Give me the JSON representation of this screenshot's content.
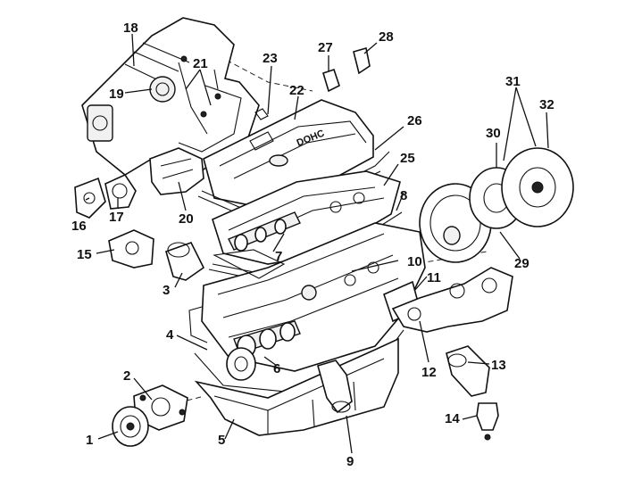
{
  "diagram": {
    "watermark": "",
    "callouts": [
      {
        "id": "1",
        "label": "1"
      },
      {
        "id": "2",
        "label": "2"
      },
      {
        "id": "3",
        "label": "3"
      },
      {
        "id": "4",
        "label": "4"
      },
      {
        "id": "5",
        "label": "5"
      },
      {
        "id": "6",
        "label": "6"
      },
      {
        "id": "7",
        "label": "7"
      },
      {
        "id": "8",
        "label": "8"
      },
      {
        "id": "9",
        "label": "9"
      },
      {
        "id": "10",
        "label": "10"
      },
      {
        "id": "11",
        "label": "11"
      },
      {
        "id": "12",
        "label": "12"
      },
      {
        "id": "13",
        "label": "13"
      },
      {
        "id": "14",
        "label": "14"
      },
      {
        "id": "15",
        "label": "15"
      },
      {
        "id": "16",
        "label": "16"
      },
      {
        "id": "17",
        "label": "17"
      },
      {
        "id": "18",
        "label": "18"
      },
      {
        "id": "19",
        "label": "19"
      },
      {
        "id": "20",
        "label": "20"
      },
      {
        "id": "21",
        "label": "21"
      },
      {
        "id": "22",
        "label": "22"
      },
      {
        "id": "23",
        "label": "23"
      },
      {
        "id": "25",
        "label": "25"
      },
      {
        "id": "26",
        "label": "26"
      },
      {
        "id": "27",
        "label": "27"
      },
      {
        "id": "28",
        "label": "28"
      },
      {
        "id": "29",
        "label": "29"
      },
      {
        "id": "30",
        "label": "30"
      },
      {
        "id": "31",
        "label": "31"
      },
      {
        "id": "32",
        "label": "32"
      }
    ],
    "cover_marking": "DOHC"
  }
}
